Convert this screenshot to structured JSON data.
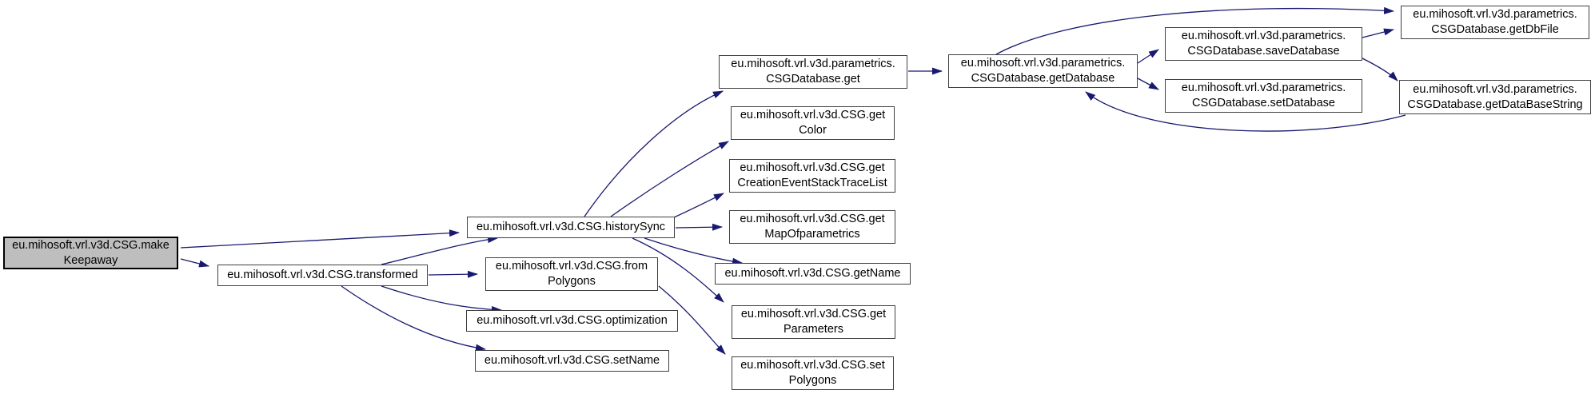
{
  "diagram": {
    "type": "call-graph",
    "colors": {
      "edge": "#191970",
      "node_border": "#404040",
      "node_fill": "#ffffff",
      "highlight_fill": "#bebebe",
      "background": "#ffffff"
    },
    "nodes": [
      {
        "id": "makeKeepaway",
        "lines": [
          "eu.mihosoft.vrl.v3d.CSG.make",
          "Keepaway"
        ],
        "highlighted": true
      },
      {
        "id": "transformed",
        "lines": [
          "eu.mihosoft.vrl.v3d.CSG.transformed"
        ],
        "highlighted": false
      },
      {
        "id": "historySync",
        "lines": [
          "eu.mihosoft.vrl.v3d.CSG.historySync"
        ],
        "highlighted": false
      },
      {
        "id": "fromPolygons",
        "lines": [
          "eu.mihosoft.vrl.v3d.CSG.from",
          "Polygons"
        ],
        "highlighted": false
      },
      {
        "id": "optimization",
        "lines": [
          "eu.mihosoft.vrl.v3d.CSG.optimization"
        ],
        "highlighted": false
      },
      {
        "id": "setName",
        "lines": [
          "eu.mihosoft.vrl.v3d.CSG.setName"
        ],
        "highlighted": false
      },
      {
        "id": "dbGet",
        "lines": [
          "eu.mihosoft.vrl.v3d.parametrics.",
          "CSGDatabase.get"
        ],
        "highlighted": false
      },
      {
        "id": "getColor",
        "lines": [
          "eu.mihosoft.vrl.v3d.CSG.get",
          "Color"
        ],
        "highlighted": false
      },
      {
        "id": "getCreation",
        "lines": [
          "eu.mihosoft.vrl.v3d.CSG.get",
          "CreationEventStackTraceList"
        ],
        "highlighted": false
      },
      {
        "id": "getMap",
        "lines": [
          "eu.mihosoft.vrl.v3d.CSG.get",
          "MapOfparametrics"
        ],
        "highlighted": false
      },
      {
        "id": "getName",
        "lines": [
          "eu.mihosoft.vrl.v3d.CSG.getName"
        ],
        "highlighted": false
      },
      {
        "id": "getParameters",
        "lines": [
          "eu.mihosoft.vrl.v3d.CSG.get",
          "Parameters"
        ],
        "highlighted": false
      },
      {
        "id": "setPolygons",
        "lines": [
          "eu.mihosoft.vrl.v3d.CSG.set",
          "Polygons"
        ],
        "highlighted": false
      },
      {
        "id": "getDatabase",
        "lines": [
          "eu.mihosoft.vrl.v3d.parametrics.",
          "CSGDatabase.getDatabase"
        ],
        "highlighted": false
      },
      {
        "id": "saveDatabase",
        "lines": [
          "eu.mihosoft.vrl.v3d.parametrics.",
          "CSGDatabase.saveDatabase"
        ],
        "highlighted": false
      },
      {
        "id": "setDatabase",
        "lines": [
          "eu.mihosoft.vrl.v3d.parametrics.",
          "CSGDatabase.setDatabase"
        ],
        "highlighted": false
      },
      {
        "id": "getDbFile",
        "lines": [
          "eu.mihosoft.vrl.v3d.parametrics.",
          "CSGDatabase.getDbFile"
        ],
        "highlighted": false
      },
      {
        "id": "getDataBaseString",
        "lines": [
          "eu.mihosoft.vrl.v3d.parametrics.",
          "CSGDatabase.getDataBaseString"
        ],
        "highlighted": false
      }
    ],
    "edges": [
      {
        "from": "makeKeepaway",
        "to": "historySync"
      },
      {
        "from": "makeKeepaway",
        "to": "transformed"
      },
      {
        "from": "transformed",
        "to": "historySync"
      },
      {
        "from": "transformed",
        "to": "fromPolygons"
      },
      {
        "from": "transformed",
        "to": "optimization"
      },
      {
        "from": "transformed",
        "to": "setName"
      },
      {
        "from": "historySync",
        "to": "dbGet"
      },
      {
        "from": "historySync",
        "to": "getColor"
      },
      {
        "from": "historySync",
        "to": "getCreation"
      },
      {
        "from": "historySync",
        "to": "getMap"
      },
      {
        "from": "historySync",
        "to": "getName"
      },
      {
        "from": "historySync",
        "to": "getParameters"
      },
      {
        "from": "fromPolygons",
        "to": "setPolygons"
      },
      {
        "from": "dbGet",
        "to": "getDatabase"
      },
      {
        "from": "getDatabase",
        "to": "saveDatabase"
      },
      {
        "from": "getDatabase",
        "to": "setDatabase"
      },
      {
        "from": "getDatabase",
        "to": "getDbFile"
      },
      {
        "from": "saveDatabase",
        "to": "getDbFile"
      },
      {
        "from": "saveDatabase",
        "to": "getDataBaseString"
      },
      {
        "from": "getDataBaseString",
        "to": "getDatabase"
      }
    ]
  }
}
